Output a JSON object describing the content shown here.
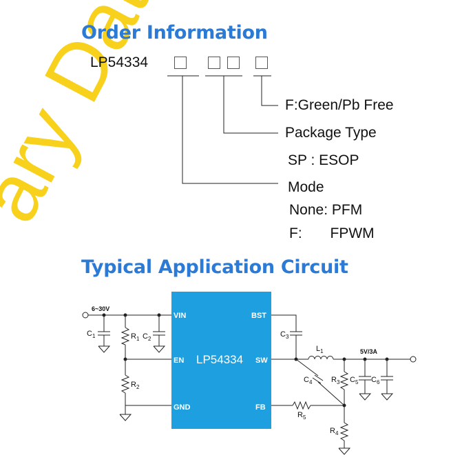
{
  "watermark": {
    "text": "ary Dat",
    "color": "#f7d11c"
  },
  "order": {
    "heading": "Order Information",
    "part_number": "LP54334",
    "option_f": "F:Green/Pb Free",
    "package_type": "Package Type",
    "package_sp": "SP : ESOP",
    "mode": "Mode",
    "mode_none": "None: PFM",
    "mode_f": "F:       FPWM"
  },
  "circuit": {
    "heading": "Typical Application Circuit",
    "chip_color": "#1ea0e0",
    "chip_name": "LP54334",
    "pins": {
      "vin": "VIN",
      "en": "EN",
      "gnd": "GND",
      "bst": "BST",
      "sw": "SW",
      "fb": "FB"
    },
    "input_label": "6~30V",
    "output_label": "5V/3A",
    "components": {
      "c1": {
        "base": "C",
        "sub": "1"
      },
      "r1": {
        "base": "R",
        "sub": "1"
      },
      "c2": {
        "base": "C",
        "sub": "2"
      },
      "r2": {
        "base": "R",
        "sub": "2"
      },
      "c3": {
        "base": "C",
        "sub": "3"
      },
      "l1": {
        "base": "L",
        "sub": "1"
      },
      "c4": {
        "base": "C",
        "sub": "4"
      },
      "r3": {
        "base": "R",
        "sub": "3"
      },
      "c5": {
        "base": "C",
        "sub": "5"
      },
      "c6": {
        "base": "C",
        "sub": "6"
      },
      "r5": {
        "base": "R",
        "sub": "5"
      },
      "r4": {
        "base": "R",
        "sub": "4"
      }
    }
  }
}
